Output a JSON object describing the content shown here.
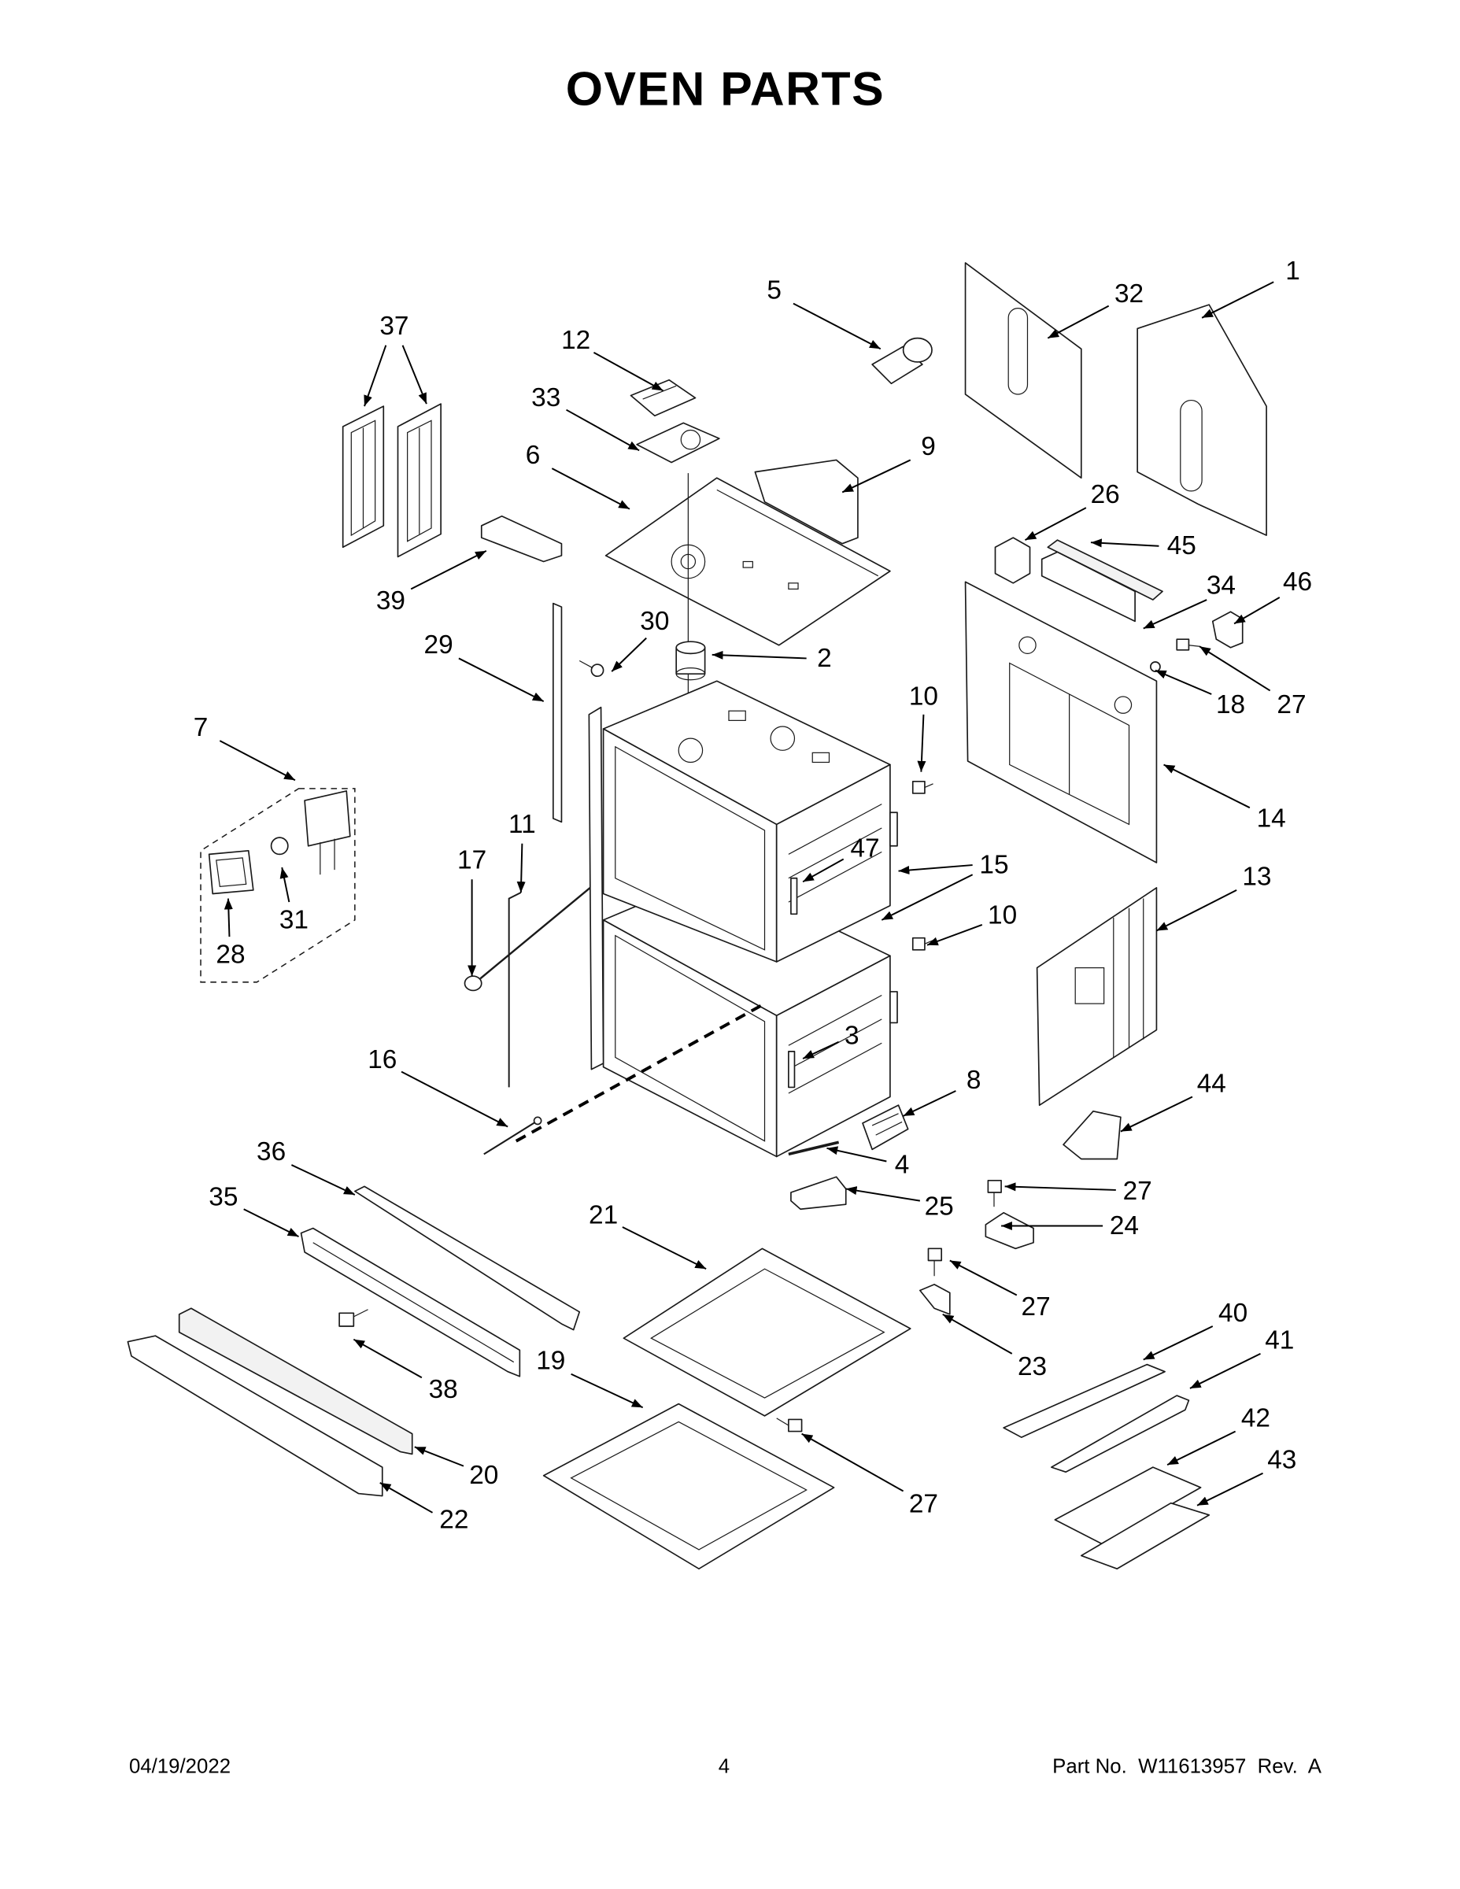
{
  "title": "OVEN PARTS",
  "footer": {
    "date": "04/19/2022",
    "page": "4",
    "part_number": "Part No.  W11613957  Rev.  A"
  },
  "callouts": [
    "37",
    "12",
    "5",
    "32",
    "1",
    "33",
    "6",
    "9",
    "26",
    "45",
    "39",
    "34",
    "46",
    "30",
    "29",
    "2",
    "18",
    "27",
    "7",
    "10",
    "14",
    "11",
    "17",
    "47",
    "15",
    "10",
    "13",
    "31",
    "28",
    "3",
    "16",
    "8",
    "44",
    "4",
    "36",
    "27",
    "25",
    "21",
    "35",
    "24",
    "27",
    "40",
    "41",
    "38",
    "23",
    "19",
    "42",
    "20",
    "43",
    "27",
    "22"
  ]
}
